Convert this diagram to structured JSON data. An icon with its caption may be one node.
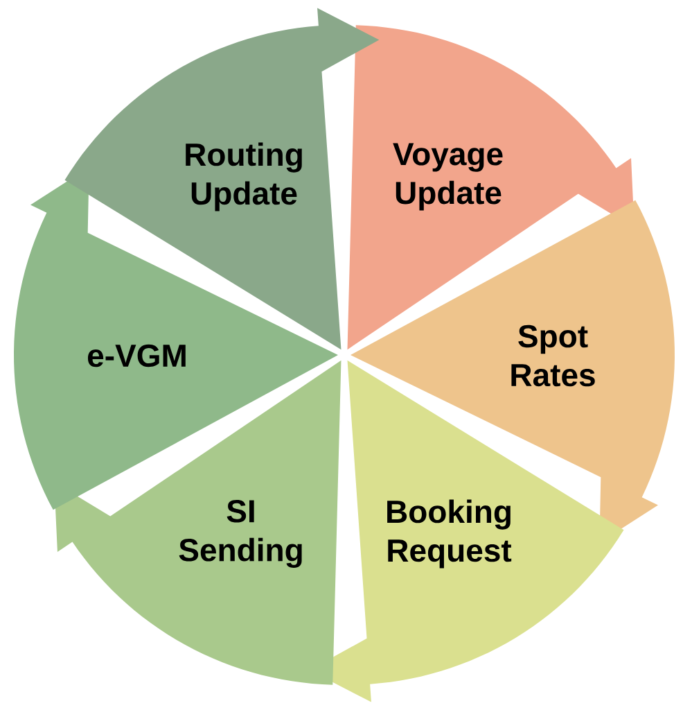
{
  "diagram": {
    "nodes": [
      {
        "text": [
          "Voyage Update"
        ]
      },
      {
        "text": [
          "Spot Rates"
        ]
      },
      {
        "text": [
          "Booking Request"
        ]
      },
      {
        "text": [
          "SI Sending"
        ]
      },
      {
        "text": [
          "e-VGM"
        ]
      },
      {
        "text": [
          "Routing Update"
        ]
      }
    ]
  }
}
